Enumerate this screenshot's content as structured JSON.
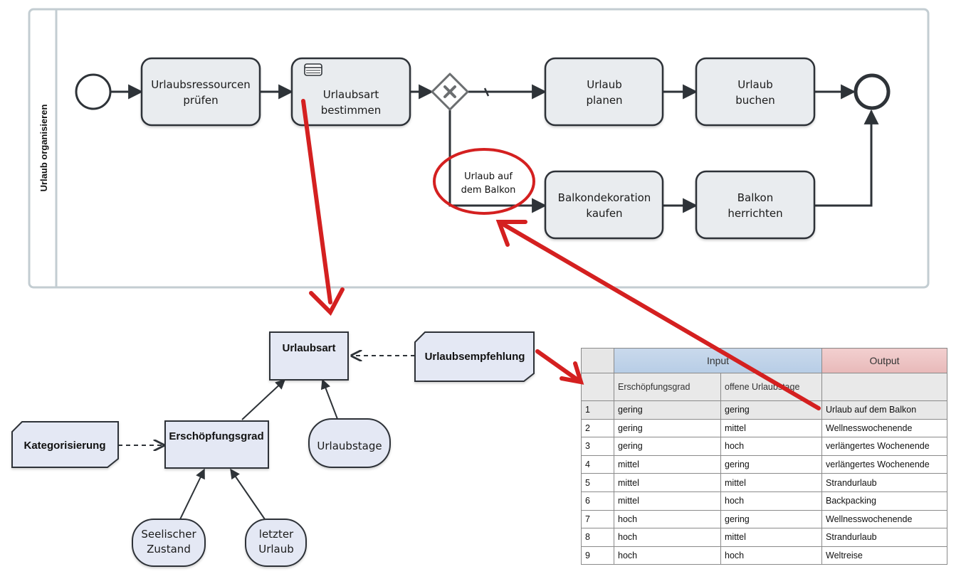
{
  "process": {
    "pool_label": "Urlaub organisieren",
    "tasks": [
      {
        "id": "t1",
        "line1": "Urlaubsressourcen",
        "line2": "prüfen"
      },
      {
        "id": "t2",
        "line1": "Urlaubsart",
        "line2": "bestimmen"
      },
      {
        "id": "t3",
        "line1": "Urlaub",
        "line2": "planen"
      },
      {
        "id": "t4",
        "line1": "Urlaub",
        "line2": "buchen"
      },
      {
        "id": "t5",
        "line1": "Balkondekoration",
        "line2": "kaufen"
      },
      {
        "id": "t6",
        "line1": "Balkon",
        "line2": "herrichten"
      }
    ],
    "flow_label": {
      "line1": "Urlaub auf",
      "line2": "dem Balkon"
    }
  },
  "drd": {
    "decision_main": "Urlaubsart",
    "decision_sub": "Erschöpfungsgrad",
    "knowledge_recommendation": "Urlaubsempfehlung",
    "knowledge_categorization": "Kategorisierung",
    "input_days": "Urlaubstage",
    "input_state": {
      "line1": "Seelischer",
      "line2": "Zustand"
    },
    "input_last": {
      "line1": "letzter",
      "line2": "Urlaub"
    }
  },
  "table": {
    "input_header": "Input",
    "output_header": "Output",
    "col1": "Erschöpfungsgrad",
    "col2": "offene Urlaubstage",
    "rows": [
      {
        "n": "1",
        "a": "gering",
        "b": "gering",
        "out": "Urlaub auf dem Balkon"
      },
      {
        "n": "2",
        "a": "gering",
        "b": "mittel",
        "out": "Wellnesswochenende"
      },
      {
        "n": "3",
        "a": "gering",
        "b": "hoch",
        "out": "verlängertes Wochenende"
      },
      {
        "n": "4",
        "a": "mittel",
        "b": "gering",
        "out": "verlängertes Wochenende"
      },
      {
        "n": "5",
        "a": "mittel",
        "b": "mittel",
        "out": "Strandurlaub"
      },
      {
        "n": "6",
        "a": "mittel",
        "b": "hoch",
        "out": "Backpacking"
      },
      {
        "n": "7",
        "a": "hoch",
        "b": "gering",
        "out": "Wellnesswochenende"
      },
      {
        "n": "8",
        "a": "hoch",
        "b": "mittel",
        "out": "Strandurlaub"
      },
      {
        "n": "9",
        "a": "hoch",
        "b": "hoch",
        "out": "Weltreise"
      }
    ]
  },
  "colors": {
    "task_fill": "#e9ecef",
    "drd_fill": "#e4e8f4",
    "annotation_red": "#d42020",
    "line": "#2e3338"
  }
}
